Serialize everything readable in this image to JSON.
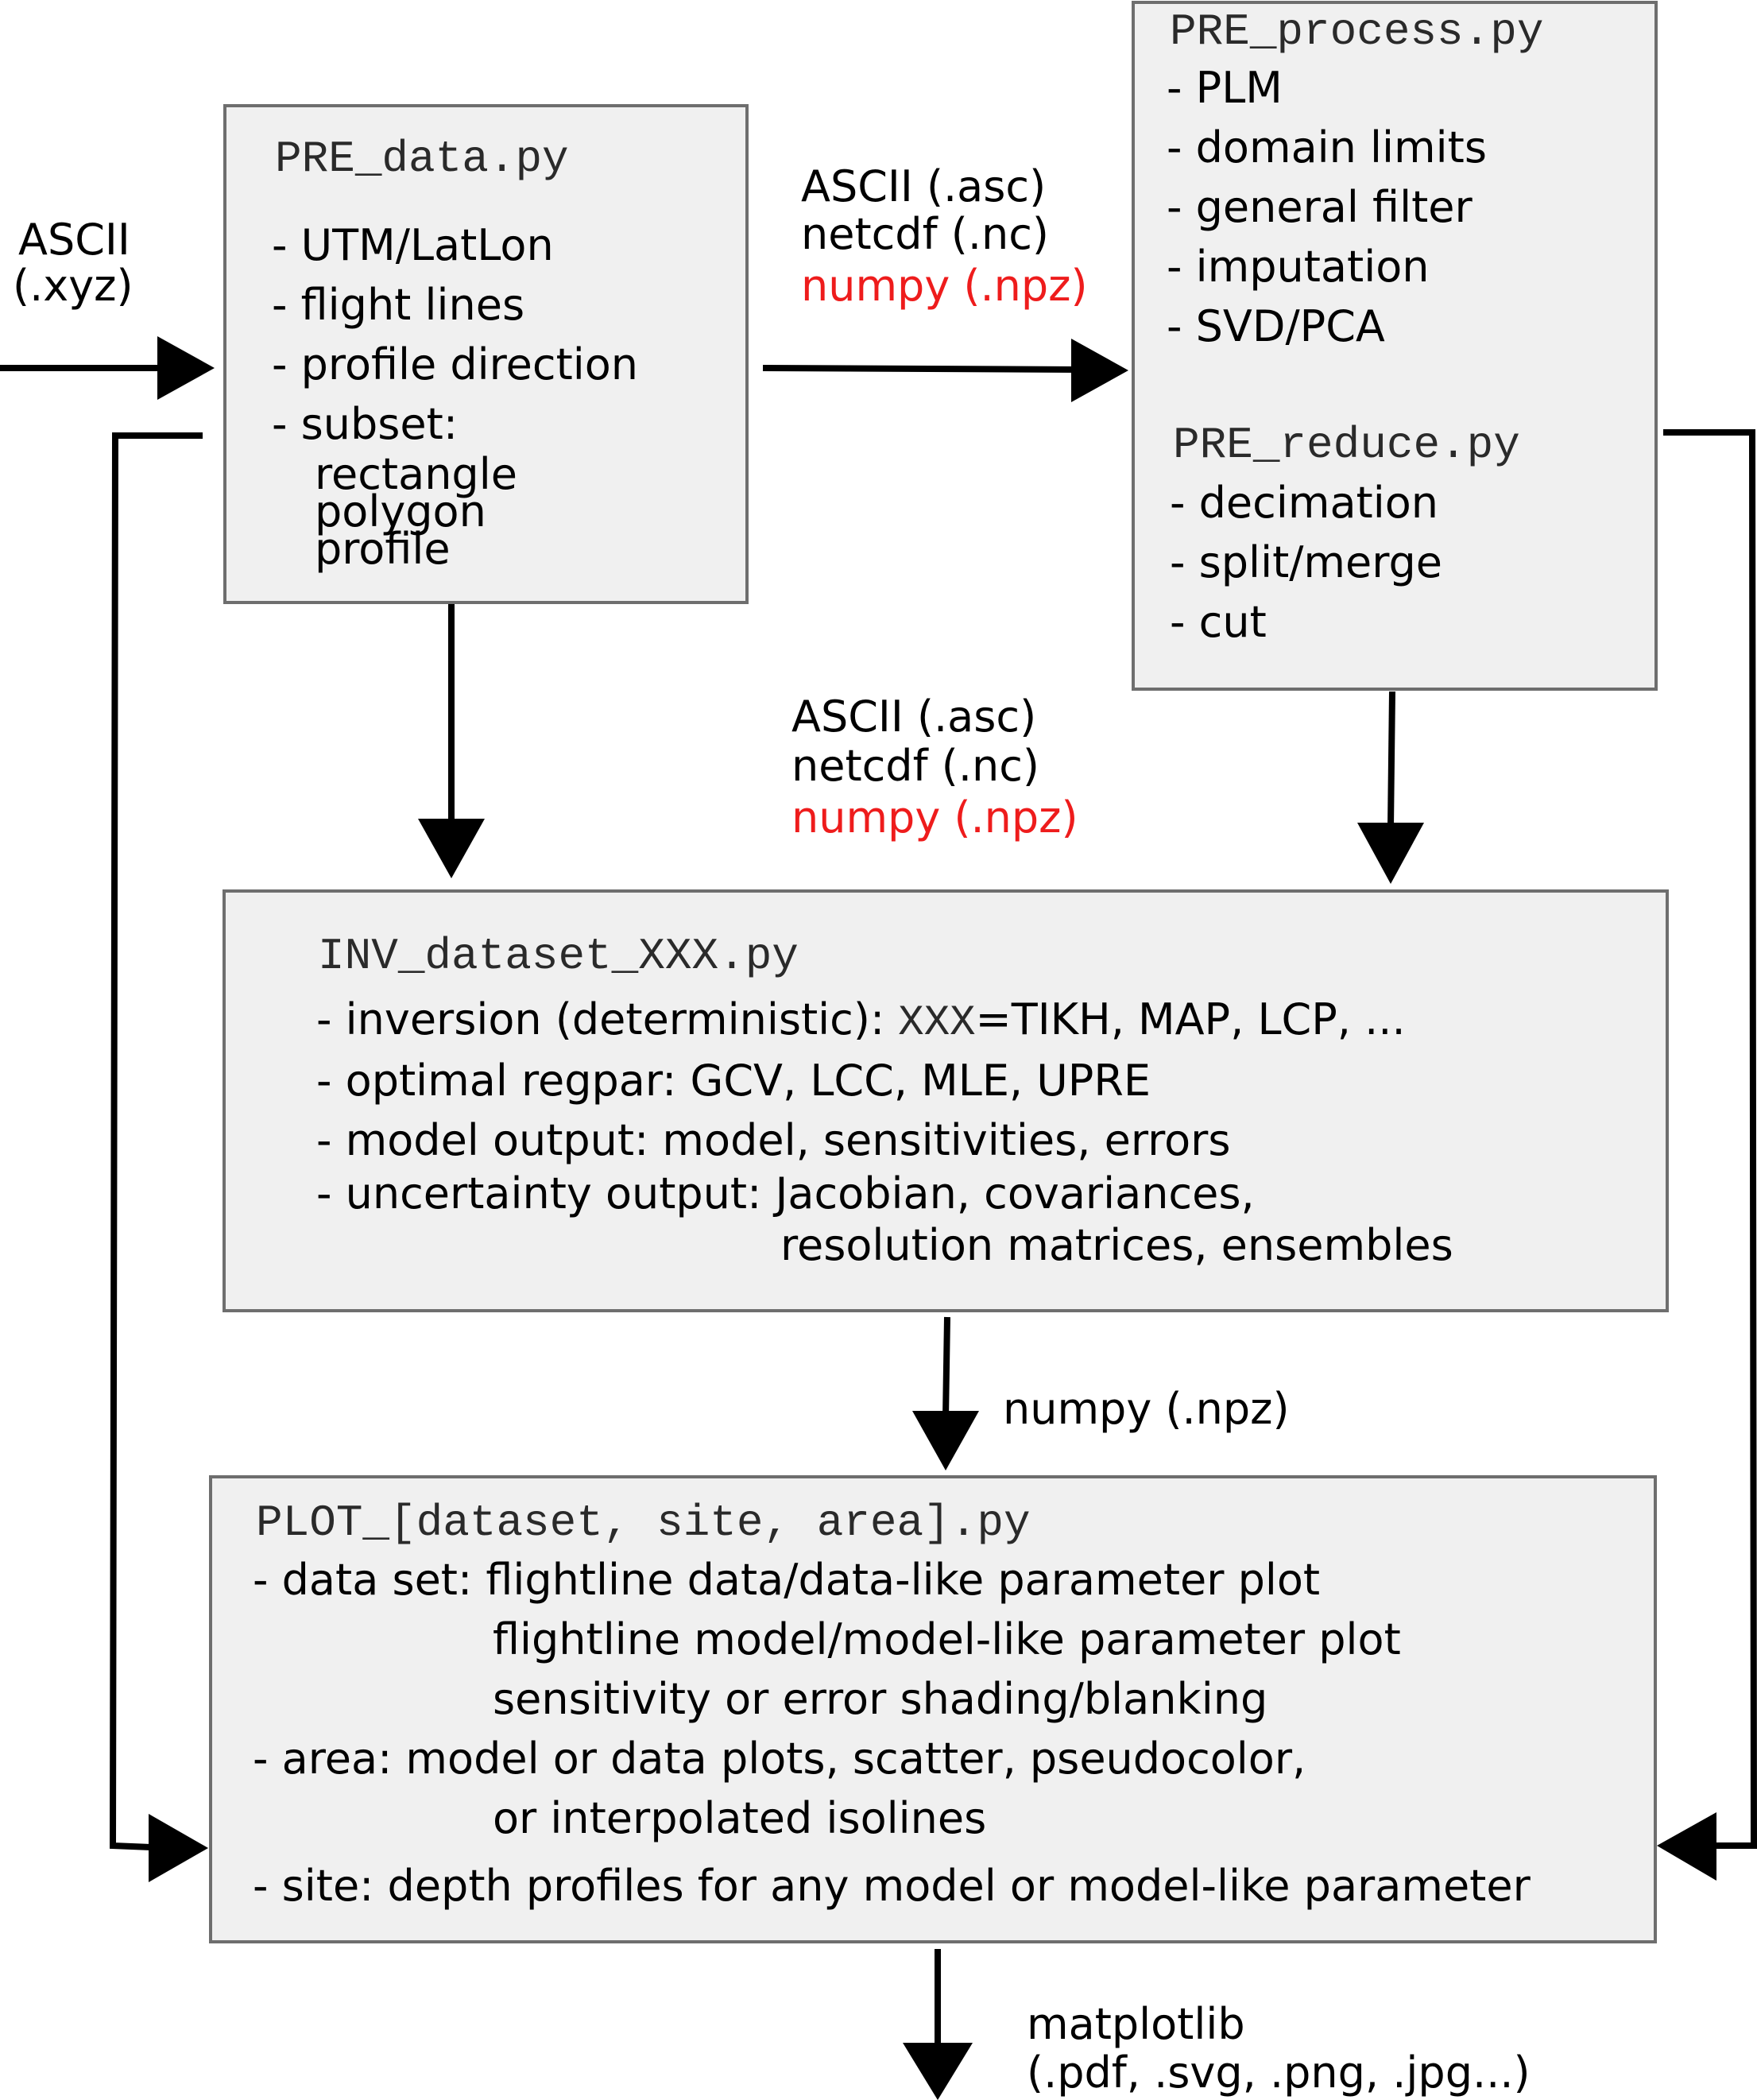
{
  "input": {
    "line1": "ASCII",
    "line2": "(.xyz)"
  },
  "pre_data": {
    "title": "PRE_data.py",
    "items": [
      "- UTM/LatLon",
      "- flight lines",
      "- profile direction",
      "- subset:"
    ],
    "subset": [
      "rectangle",
      "polygon",
      "profile"
    ]
  },
  "formats_top": {
    "line1": "ASCII (.asc)",
    "line2": "netcdf (.nc)",
    "line3": "numpy (.npz)"
  },
  "pre_process": {
    "title": "PRE_process.py",
    "items": [
      "- PLM",
      "- domain limits",
      "- general filter",
      "- imputation",
      "- SVD/PCA"
    ]
  },
  "pre_reduce": {
    "title": "PRE_reduce.py",
    "items": [
      "- decimation",
      "- split/merge",
      "- cut"
    ]
  },
  "formats_mid": {
    "line1": "ASCII (.asc)",
    "line2": "netcdf (.nc)",
    "line3": "numpy (.npz)"
  },
  "inv": {
    "title": "INV_dataset_XXX.py",
    "l1_a": "- inversion (deterministic): ",
    "l1_code": "XXX",
    "l1_b": "=TIKH, MAP, LCP, ...",
    "l2": "- optimal regpar: GCV, LCC, MLE, UPRE",
    "l3": "- model output: model, sensitivities, errors",
    "l4": "- uncertainty output: Jacobian, covariances,",
    "l5": "resolution matrices, ensembles"
  },
  "inv_to_plot_label": "numpy (.npz)",
  "plot": {
    "title": "PLOT_[dataset, site, area].py",
    "l1": "- data set: flightline data/data-like parameter plot",
    "l2": "flightline model/model-like parameter plot",
    "l3": "sensitivity or error shading/blanking",
    "l4": "- area: model or data plots, scatter, pseudocolor,",
    "l5": "or interpolated isolines",
    "l6": "- site: depth profiles for any model or model-like parameter"
  },
  "output": {
    "line1": "matplotlib",
    "line2": "(.pdf, .svg, .png, .jpg...)"
  },
  "colors": {
    "box_fill": "#f0f0f0",
    "box_border": "#6e6e6e",
    "highlight": "#ee1c1c"
  }
}
